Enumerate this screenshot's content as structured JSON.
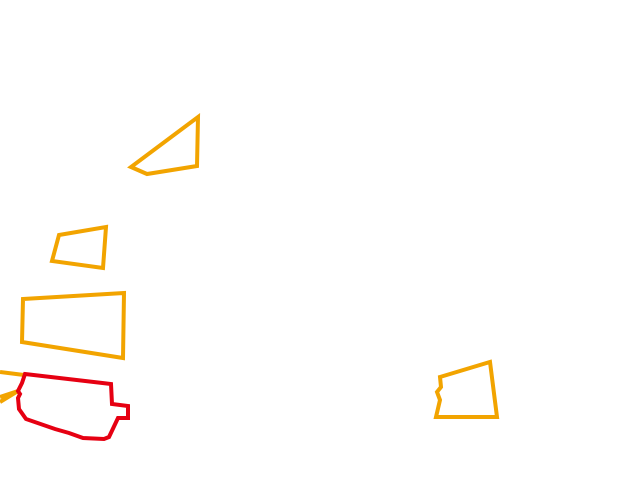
{
  "background": "#ffffff",
  "colors": {
    "orange_outline": "#f2a400",
    "red_outline": "#e60012",
    "dark_edge": "#7a5200"
  },
  "shapes": [
    {
      "id": "orange-shape-triangle",
      "kind": "polygon-outline",
      "color": "orange"
    },
    {
      "id": "orange-shape-small-quad",
      "kind": "polygon-outline",
      "color": "orange"
    },
    {
      "id": "orange-shape-large-quad",
      "kind": "polygon-outline",
      "color": "orange"
    },
    {
      "id": "orange-shape-edge-partial",
      "kind": "polygon-outline",
      "color": "orange"
    },
    {
      "id": "red-shape-irregular",
      "kind": "polygon-outline",
      "color": "red"
    },
    {
      "id": "orange-shape-right-quad",
      "kind": "polygon-outline",
      "color": "orange"
    }
  ]
}
